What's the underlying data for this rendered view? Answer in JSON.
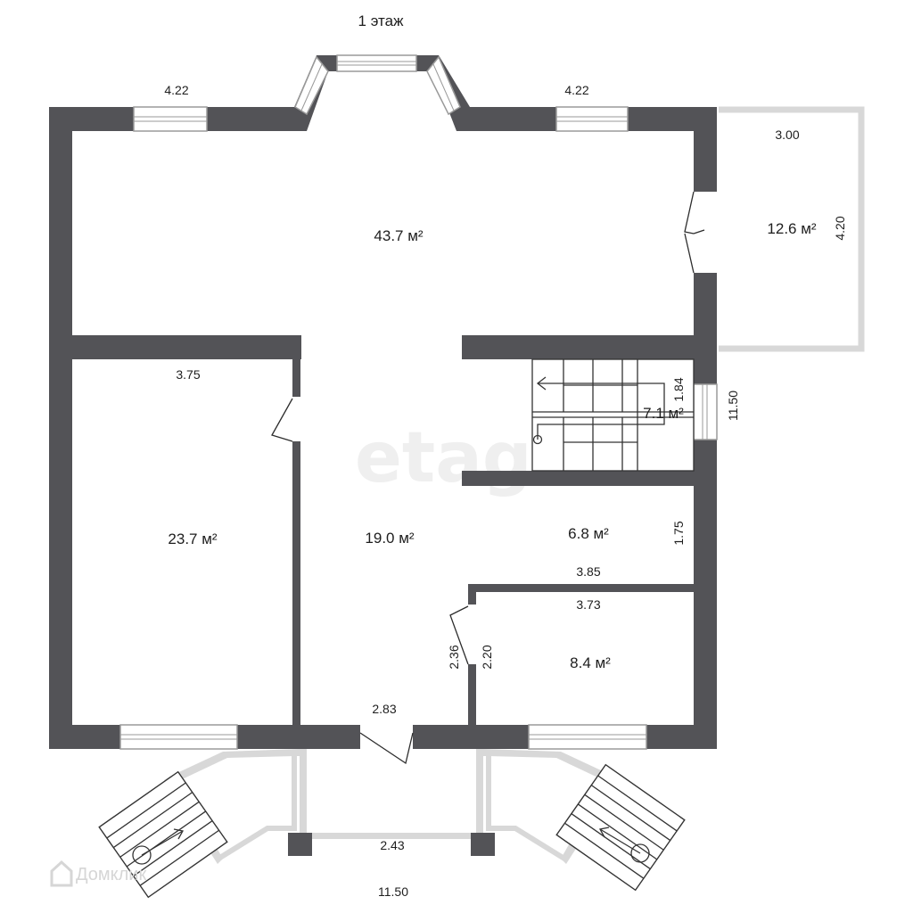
{
  "floor_title": "1 этаж",
  "rooms": {
    "living": "43.7 м²",
    "terrace": "12.6 м²",
    "bedroom": "23.7 м²",
    "hall": "19.0 м²",
    "stairs": "7.1 м²",
    "storage": "6.8 м²",
    "bath": "8.4 м²"
  },
  "dimensions": {
    "top_left": "4.22",
    "top_right": "4.22",
    "terrace_width": "3.00",
    "terrace_depth": "4.20",
    "bedroom_width": "3.75",
    "stairs_width": "1.84",
    "side_total": "11.50",
    "storage_depth": "1.75",
    "storage_width": "3.85",
    "bath_width": "3.73",
    "corridor_depth": "2.36",
    "bath_depth": "2.20",
    "entrance_width": "2.83",
    "porch_width": "2.43",
    "bottom_total": "11.50"
  },
  "watermarks": {
    "main": "etagi",
    "corner": "Домклик"
  }
}
